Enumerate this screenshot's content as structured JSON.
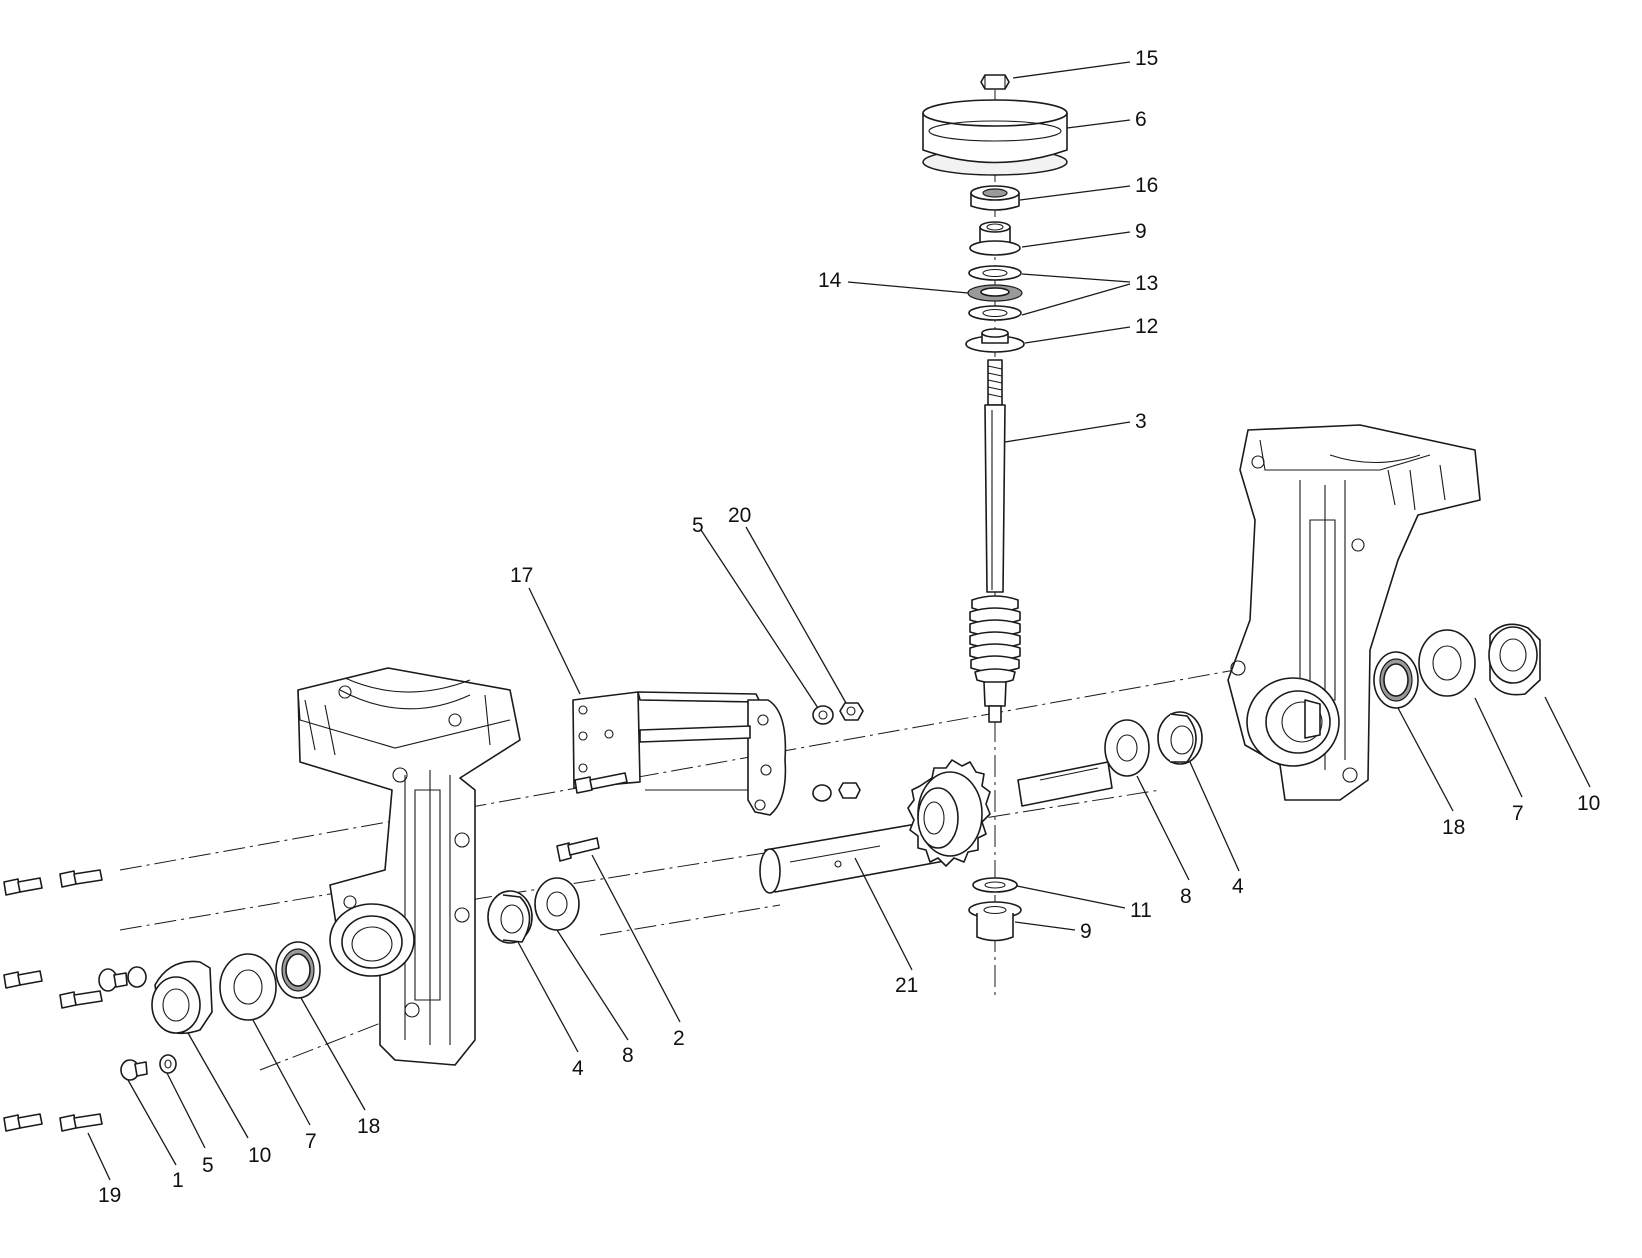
{
  "diagram": {
    "line_color": "#1a1a1a",
    "background": "#ffffff",
    "callouts": [
      {
        "id": "c15",
        "label": "15"
      },
      {
        "id": "c6",
        "label": "6"
      },
      {
        "id": "c16",
        "label": "16"
      },
      {
        "id": "c9a",
        "label": "9"
      },
      {
        "id": "c13",
        "label": "13"
      },
      {
        "id": "c14",
        "label": "14"
      },
      {
        "id": "c12",
        "label": "12"
      },
      {
        "id": "c3",
        "label": "3"
      },
      {
        "id": "c5a",
        "label": "5"
      },
      {
        "id": "c20",
        "label": "20"
      },
      {
        "id": "c17",
        "label": "17"
      },
      {
        "id": "c10a",
        "label": "10"
      },
      {
        "id": "c7a",
        "label": "7"
      },
      {
        "id": "c18a",
        "label": "18"
      },
      {
        "id": "c4a",
        "label": "4"
      },
      {
        "id": "c8a",
        "label": "8"
      },
      {
        "id": "c11",
        "label": "11"
      },
      {
        "id": "c9b",
        "label": "9"
      },
      {
        "id": "c21",
        "label": "21"
      },
      {
        "id": "c2",
        "label": "2"
      },
      {
        "id": "c8b",
        "label": "8"
      },
      {
        "id": "c4b",
        "label": "4"
      },
      {
        "id": "c18b",
        "label": "18"
      },
      {
        "id": "c7b",
        "label": "7"
      },
      {
        "id": "c10b",
        "label": "10"
      },
      {
        "id": "c5b",
        "label": "5"
      },
      {
        "id": "c1",
        "label": "1"
      },
      {
        "id": "c19",
        "label": "19"
      }
    ]
  }
}
